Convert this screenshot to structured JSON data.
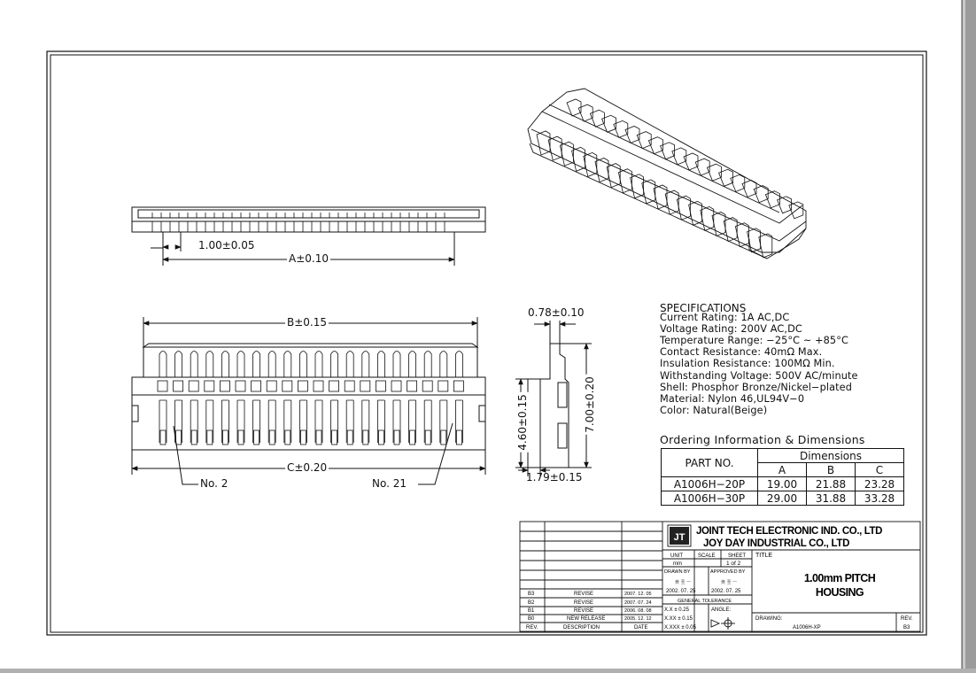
{
  "dimensions": {
    "pitch": "1.00±0.05",
    "a": "A±0.10",
    "b": "B±0.15",
    "c": "C±0.20",
    "no2": "No. 2",
    "no21": "No. 21",
    "top_width": "0.78±0.10",
    "height_700": "7.00±0.20",
    "height_460": "4.60±0.15",
    "bottom_width": "1.79±0.15"
  },
  "specifications": {
    "title": "SPECIFICATIONS",
    "lines": [
      "Current Rating: 1A AC,DC",
      "Voltage Rating: 200V AC,DC",
      "Temperature Range: −25°C ~ +85°C",
      "Contact Resistance: 40mΩ Max.",
      "Insulation Resistance: 100MΩ Min.",
      "Withstanding Voltage: 500V AC/minute",
      "Shell: Phosphor Bronze/Nickel−plated",
      "Material: Nylon 46,UL94V−0",
      "Color: Natural(Beige)"
    ]
  },
  "ordering": {
    "title": "Ordering Information & Dimensions",
    "part_no_header": "PART NO.",
    "dims_header": "Dimensions",
    "columns": [
      "A",
      "B",
      "C"
    ],
    "rows": [
      {
        "part": "A1006H−20P",
        "a": "19.00",
        "b": "21.88",
        "c": "23.28"
      },
      {
        "part": "A1006H−30P",
        "a": "29.00",
        "b": "31.88",
        "c": "33.28"
      }
    ]
  },
  "title_block": {
    "company1": "JOINT TECH ELECTRONIC IND. CO., LTD",
    "company2": "JOY DAY INDUSTRIAL CO., LTD",
    "unit_label": "UNIT",
    "unit_value": "mm",
    "scale_label": "SCALE",
    "sheet_label": "SHEET",
    "sheet_value": "1 of 2",
    "title_label": "TITLE",
    "title_line1": "1.00mm PITCH",
    "title_line2": "HOUSING",
    "drawn_by_label": "DRAWN BY",
    "drawn_by_name": "黄 圣 一",
    "drawn_by_date": "2002. 07. 25",
    "approved_by_label": "APPROVED BY",
    "approved_by_name": "黄 圣 一",
    "approved_by_date": "2002. 07. 25",
    "general_tolerance": "GENERAL TOLERANCE",
    "tol1": "X.X ± 0.25",
    "tol2": "X.XX ± 0.15",
    "tol3": "X.XXX ± 0.05",
    "angle": "ANGLE:",
    "drawing_no_label": "DRAWING:",
    "drawing_no": "A1006H-XP",
    "rev_label": "REV.",
    "rev_value": "B3",
    "revisions": [
      {
        "rev": "B3",
        "desc": "REVISE",
        "date": "2007. 12. 05"
      },
      {
        "rev": "B2",
        "desc": "REVISE",
        "date": "2007. 07. 24"
      },
      {
        "rev": "B1",
        "desc": "REVISE",
        "date": "2006. 08. 08"
      },
      {
        "rev": "B0",
        "desc": "NEW RELEASE",
        "date": "2005. 12. 12"
      }
    ],
    "rev_header": "REV.",
    "desc_header": "DESCRIPTION",
    "date_header": "DATE"
  }
}
